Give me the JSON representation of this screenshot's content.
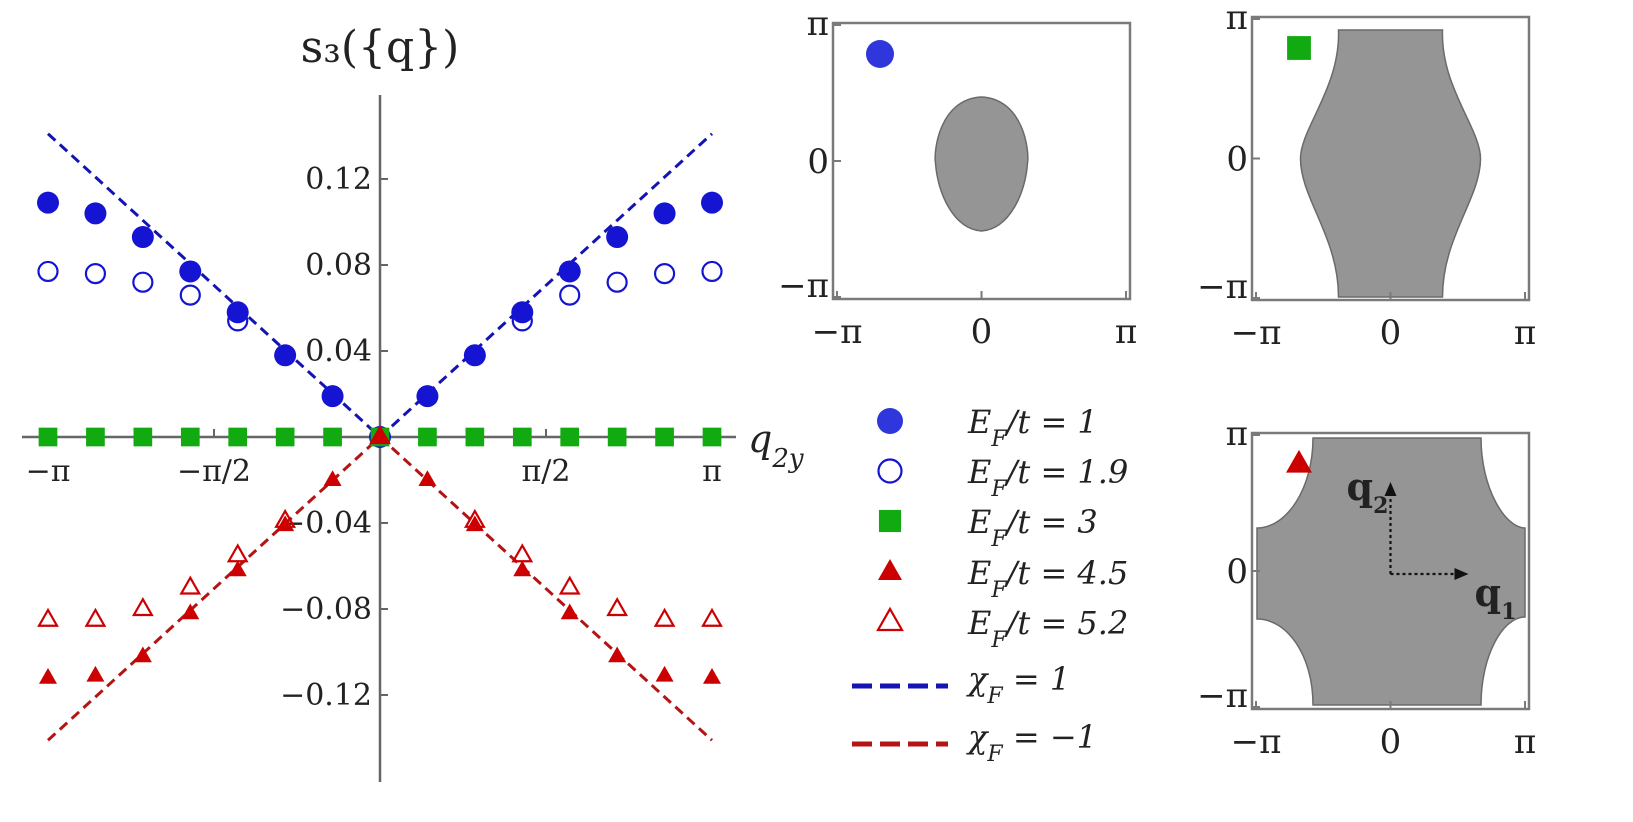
{
  "chart_data": {
    "main": {
      "type": "scatter",
      "title": "s₃({q})",
      "xlabel": "q₂ᵧ",
      "ylabel": "",
      "xlim": [
        -3.14159,
        3.14159
      ],
      "ylim": [
        -0.155,
        0.155
      ],
      "x_ticks": [
        {
          "value": -3.14159,
          "label": "−π"
        },
        {
          "value": -1.5708,
          "label": "−π/2"
        },
        {
          "value": 1.5708,
          "label": "π/2"
        },
        {
          "value": 3.14159,
          "label": "π"
        }
      ],
      "y_ticks": [
        {
          "value": 0.12,
          "label": "0.12"
        },
        {
          "value": 0.08,
          "label": "0.08"
        },
        {
          "value": 0.04,
          "label": "0.04"
        },
        {
          "value": -0.04,
          "label": "−0.04"
        },
        {
          "value": -0.08,
          "label": "−0.08"
        },
        {
          "value": -0.12,
          "label": "−0.12"
        }
      ],
      "x": [
        -3.1416,
        -2.6928,
        -2.244,
        -1.7952,
        -1.3464,
        -0.8976,
        -0.4488,
        0,
        0.4488,
        0.8976,
        1.3464,
        1.7952,
        2.244,
        2.6928,
        3.1416
      ],
      "series": [
        {
          "label": "E_F/t = 1",
          "marker": "circle-filled",
          "color": "#1414d2",
          "values": [
            0.109,
            0.104,
            0.093,
            0.077,
            0.058,
            0.038,
            0.019,
            0,
            0.019,
            0.038,
            0.058,
            0.077,
            0.093,
            0.104,
            0.109
          ]
        },
        {
          "label": "E_F/t = 1.9",
          "marker": "circle-open",
          "color": "#1414d2",
          "values": [
            0.077,
            0.076,
            0.072,
            0.066,
            0.054,
            null,
            null,
            0,
            null,
            null,
            0.054,
            0.066,
            0.072,
            0.076,
            0.077
          ]
        },
        {
          "label": "E_F/t = 3",
          "marker": "square-filled",
          "color": "#11aa11",
          "values": [
            0,
            0,
            0,
            0,
            0,
            0,
            0,
            0,
            0,
            0,
            0,
            0,
            0,
            0,
            0
          ]
        },
        {
          "label": "E_F/t = 4.5",
          "marker": "triangle-filled",
          "color": "#cc0000",
          "values": [
            -0.112,
            -0.111,
            -0.102,
            -0.082,
            -0.062,
            -0.041,
            -0.02,
            0,
            -0.02,
            -0.041,
            -0.062,
            -0.082,
            -0.102,
            -0.111,
            -0.112
          ]
        },
        {
          "label": "E_F/t = 5.2",
          "marker": "triangle-open",
          "color": "#cc0000",
          "values": [
            -0.085,
            -0.085,
            -0.08,
            -0.07,
            -0.055,
            -0.039,
            null,
            0,
            null,
            -0.039,
            -0.055,
            -0.07,
            -0.08,
            -0.085,
            -0.085
          ]
        }
      ],
      "lines": [
        {
          "label": "χ_F = 1",
          "slope": 0.0449,
          "color": "#1414b4",
          "style": "dashed"
        },
        {
          "label": "χ_F = −1",
          "slope": -0.0449,
          "color": "#b41414",
          "style": "dashed"
        }
      ]
    },
    "legend": {
      "entries": [
        {
          "marker": "circle-filled",
          "color": "#2e36dc",
          "prefix": "E",
          "sub": "F",
          "suffix": "/t = 1"
        },
        {
          "marker": "circle-open",
          "color": "#1414d2",
          "prefix": "E",
          "sub": "F",
          "suffix": "/t = 1.9"
        },
        {
          "marker": "square-filled",
          "color": "#11aa11",
          "prefix": "E",
          "sub": "F",
          "suffix": "/t = 3"
        },
        {
          "marker": "triangle-filled",
          "color": "#cc0000",
          "prefix": "E",
          "sub": "F",
          "suffix": "/t = 4.5"
        },
        {
          "marker": "triangle-open",
          "color": "#cc0000",
          "prefix": "E",
          "sub": "F",
          "suffix": "/t = 5.2"
        },
        {
          "marker": "dash",
          "color": "#1414b4",
          "prefix": "χ",
          "sub": "F",
          "suffix": " = 1"
        },
        {
          "marker": "dash",
          "color": "#b41414",
          "prefix": "χ",
          "sub": "F",
          "suffix": " = −1"
        }
      ]
    },
    "insets": [
      {
        "id": "inset-ef1",
        "marker": "circle-filled",
        "marker_color": "#2e36dc",
        "x_labels": [
          "−π",
          "0",
          "π"
        ],
        "y_labels": [
          "π",
          "0",
          "−π"
        ],
        "region": "ellipse",
        "fill": "#959595"
      },
      {
        "id": "inset-ef3",
        "marker": "square-filled",
        "marker_color": "#11aa11",
        "x_labels": [
          "−π",
          "0",
          "π"
        ],
        "y_labels": [
          "π",
          "0",
          "−π"
        ],
        "region": "vase",
        "fill": "#959595"
      },
      {
        "id": "inset-ef45",
        "marker": "triangle-filled",
        "marker_color": "#cc0000",
        "x_labels": [
          "−π",
          "0",
          "π"
        ],
        "y_labels": [
          "π",
          "0",
          "−π"
        ],
        "region": "rounded-cross",
        "fill": "#959595",
        "arrows": [
          {
            "label": "q",
            "sub": "1"
          },
          {
            "label": "q",
            "sub": "2"
          }
        ]
      }
    ]
  }
}
